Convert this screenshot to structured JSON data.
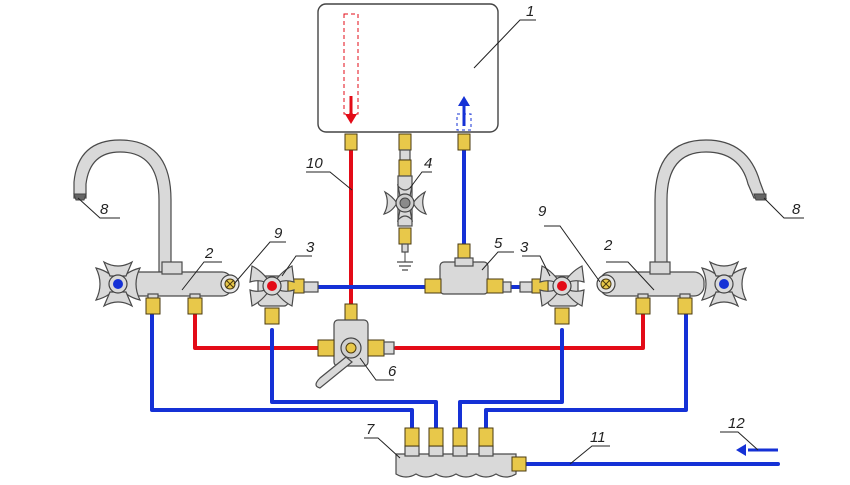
{
  "callouts": {
    "c1": "1",
    "c2a": "2",
    "c2b": "2",
    "c3a": "3",
    "c3b": "3",
    "c4": "4",
    "c5": "5",
    "c6": "6",
    "c7": "7",
    "c8a": "8",
    "c8b": "8",
    "c9a": "9",
    "c9b": "9",
    "c10": "10",
    "c11": "11",
    "c12": "12"
  },
  "colors": {
    "hot": "#e30b17",
    "cold": "#1531d6",
    "brass": "#e8c84a",
    "metal": "#d9d9d9"
  }
}
